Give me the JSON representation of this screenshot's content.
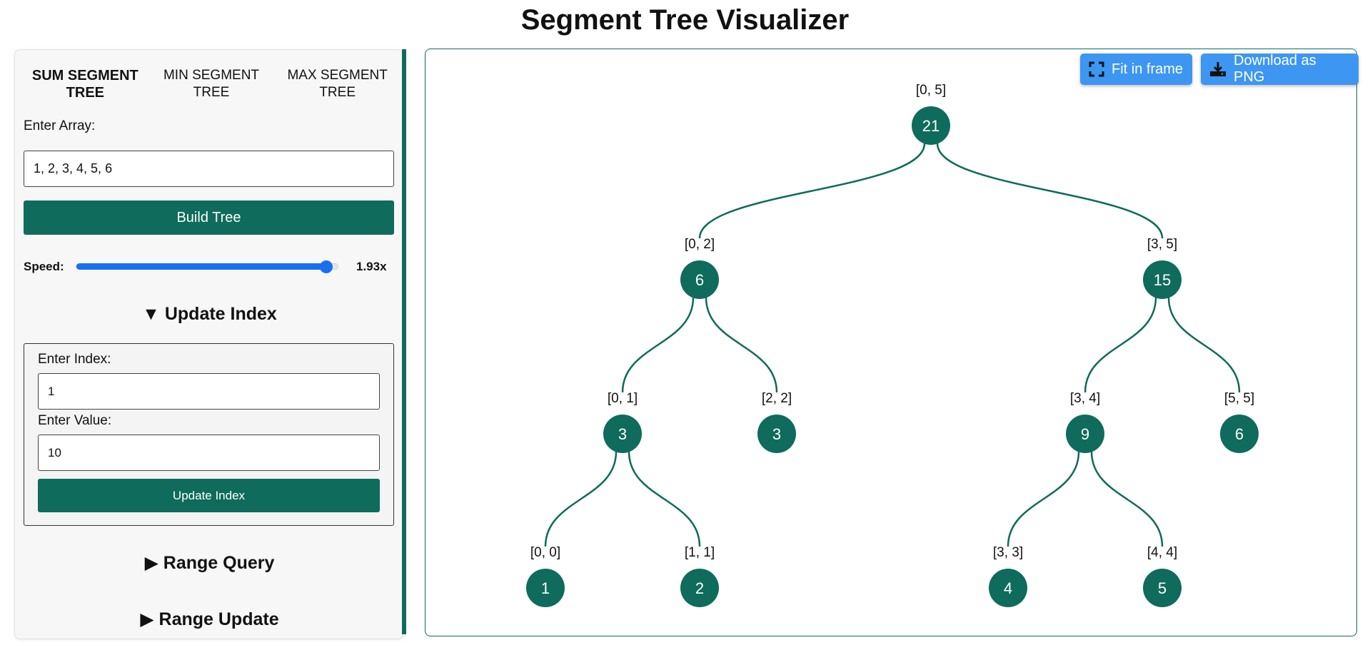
{
  "page": {
    "title": "Segment Tree Visualizer"
  },
  "tabs": [
    {
      "label": "SUM SEGMENT TREE",
      "active": true
    },
    {
      "label": "MIN SEGMENT TREE",
      "active": false
    },
    {
      "label": "MAX SEGMENT TREE",
      "active": false
    }
  ],
  "array_input": {
    "label": "Enter Array:",
    "value": "1, 2, 3, 4, 5, 6",
    "build_label": "Build Tree"
  },
  "speed": {
    "label": "Speed:",
    "value_text": "1.93x",
    "fraction": 0.95
  },
  "update_section": {
    "toggle_label": "▼ Update Index",
    "index_label": "Enter Index:",
    "index_value": "1",
    "value_label": "Enter Value:",
    "value_value": "10",
    "button_label": "Update Index"
  },
  "range_query": {
    "toggle_label": "▶ Range Query"
  },
  "range_update": {
    "toggle_label": "▶ Range Update"
  },
  "toolbar": {
    "fit_label": "Fit in frame",
    "fit_icon": "fullscreen-icon",
    "download_label": "Download as PNG",
    "download_icon": "download-icon"
  },
  "colors": {
    "accent": "#0f6b5b",
    "button_blue": "#3d96f2",
    "slider_blue": "#1a6ff0"
  },
  "tree": {
    "nodes": [
      {
        "id": "n0",
        "range": "[0, 5]",
        "value": "21",
        "parent": null
      },
      {
        "id": "n1",
        "range": "[0, 2]",
        "value": "6",
        "parent": "n0"
      },
      {
        "id": "n2",
        "range": "[3, 5]",
        "value": "15",
        "parent": "n0"
      },
      {
        "id": "n3",
        "range": "[0, 1]",
        "value": "3",
        "parent": "n1"
      },
      {
        "id": "n4",
        "range": "[2, 2]",
        "value": "3",
        "parent": "n1"
      },
      {
        "id": "n5",
        "range": "[3, 4]",
        "value": "9",
        "parent": "n2"
      },
      {
        "id": "n6",
        "range": "[5, 5]",
        "value": "6",
        "parent": "n2"
      },
      {
        "id": "n7",
        "range": "[0, 0]",
        "value": "1",
        "parent": "n3"
      },
      {
        "id": "n8",
        "range": "[1, 1]",
        "value": "2",
        "parent": "n3"
      },
      {
        "id": "n9",
        "range": "[3, 3]",
        "value": "4",
        "parent": "n5"
      },
      {
        "id": "n10",
        "range": "[4, 4]",
        "value": "5",
        "parent": "n5"
      }
    ]
  }
}
